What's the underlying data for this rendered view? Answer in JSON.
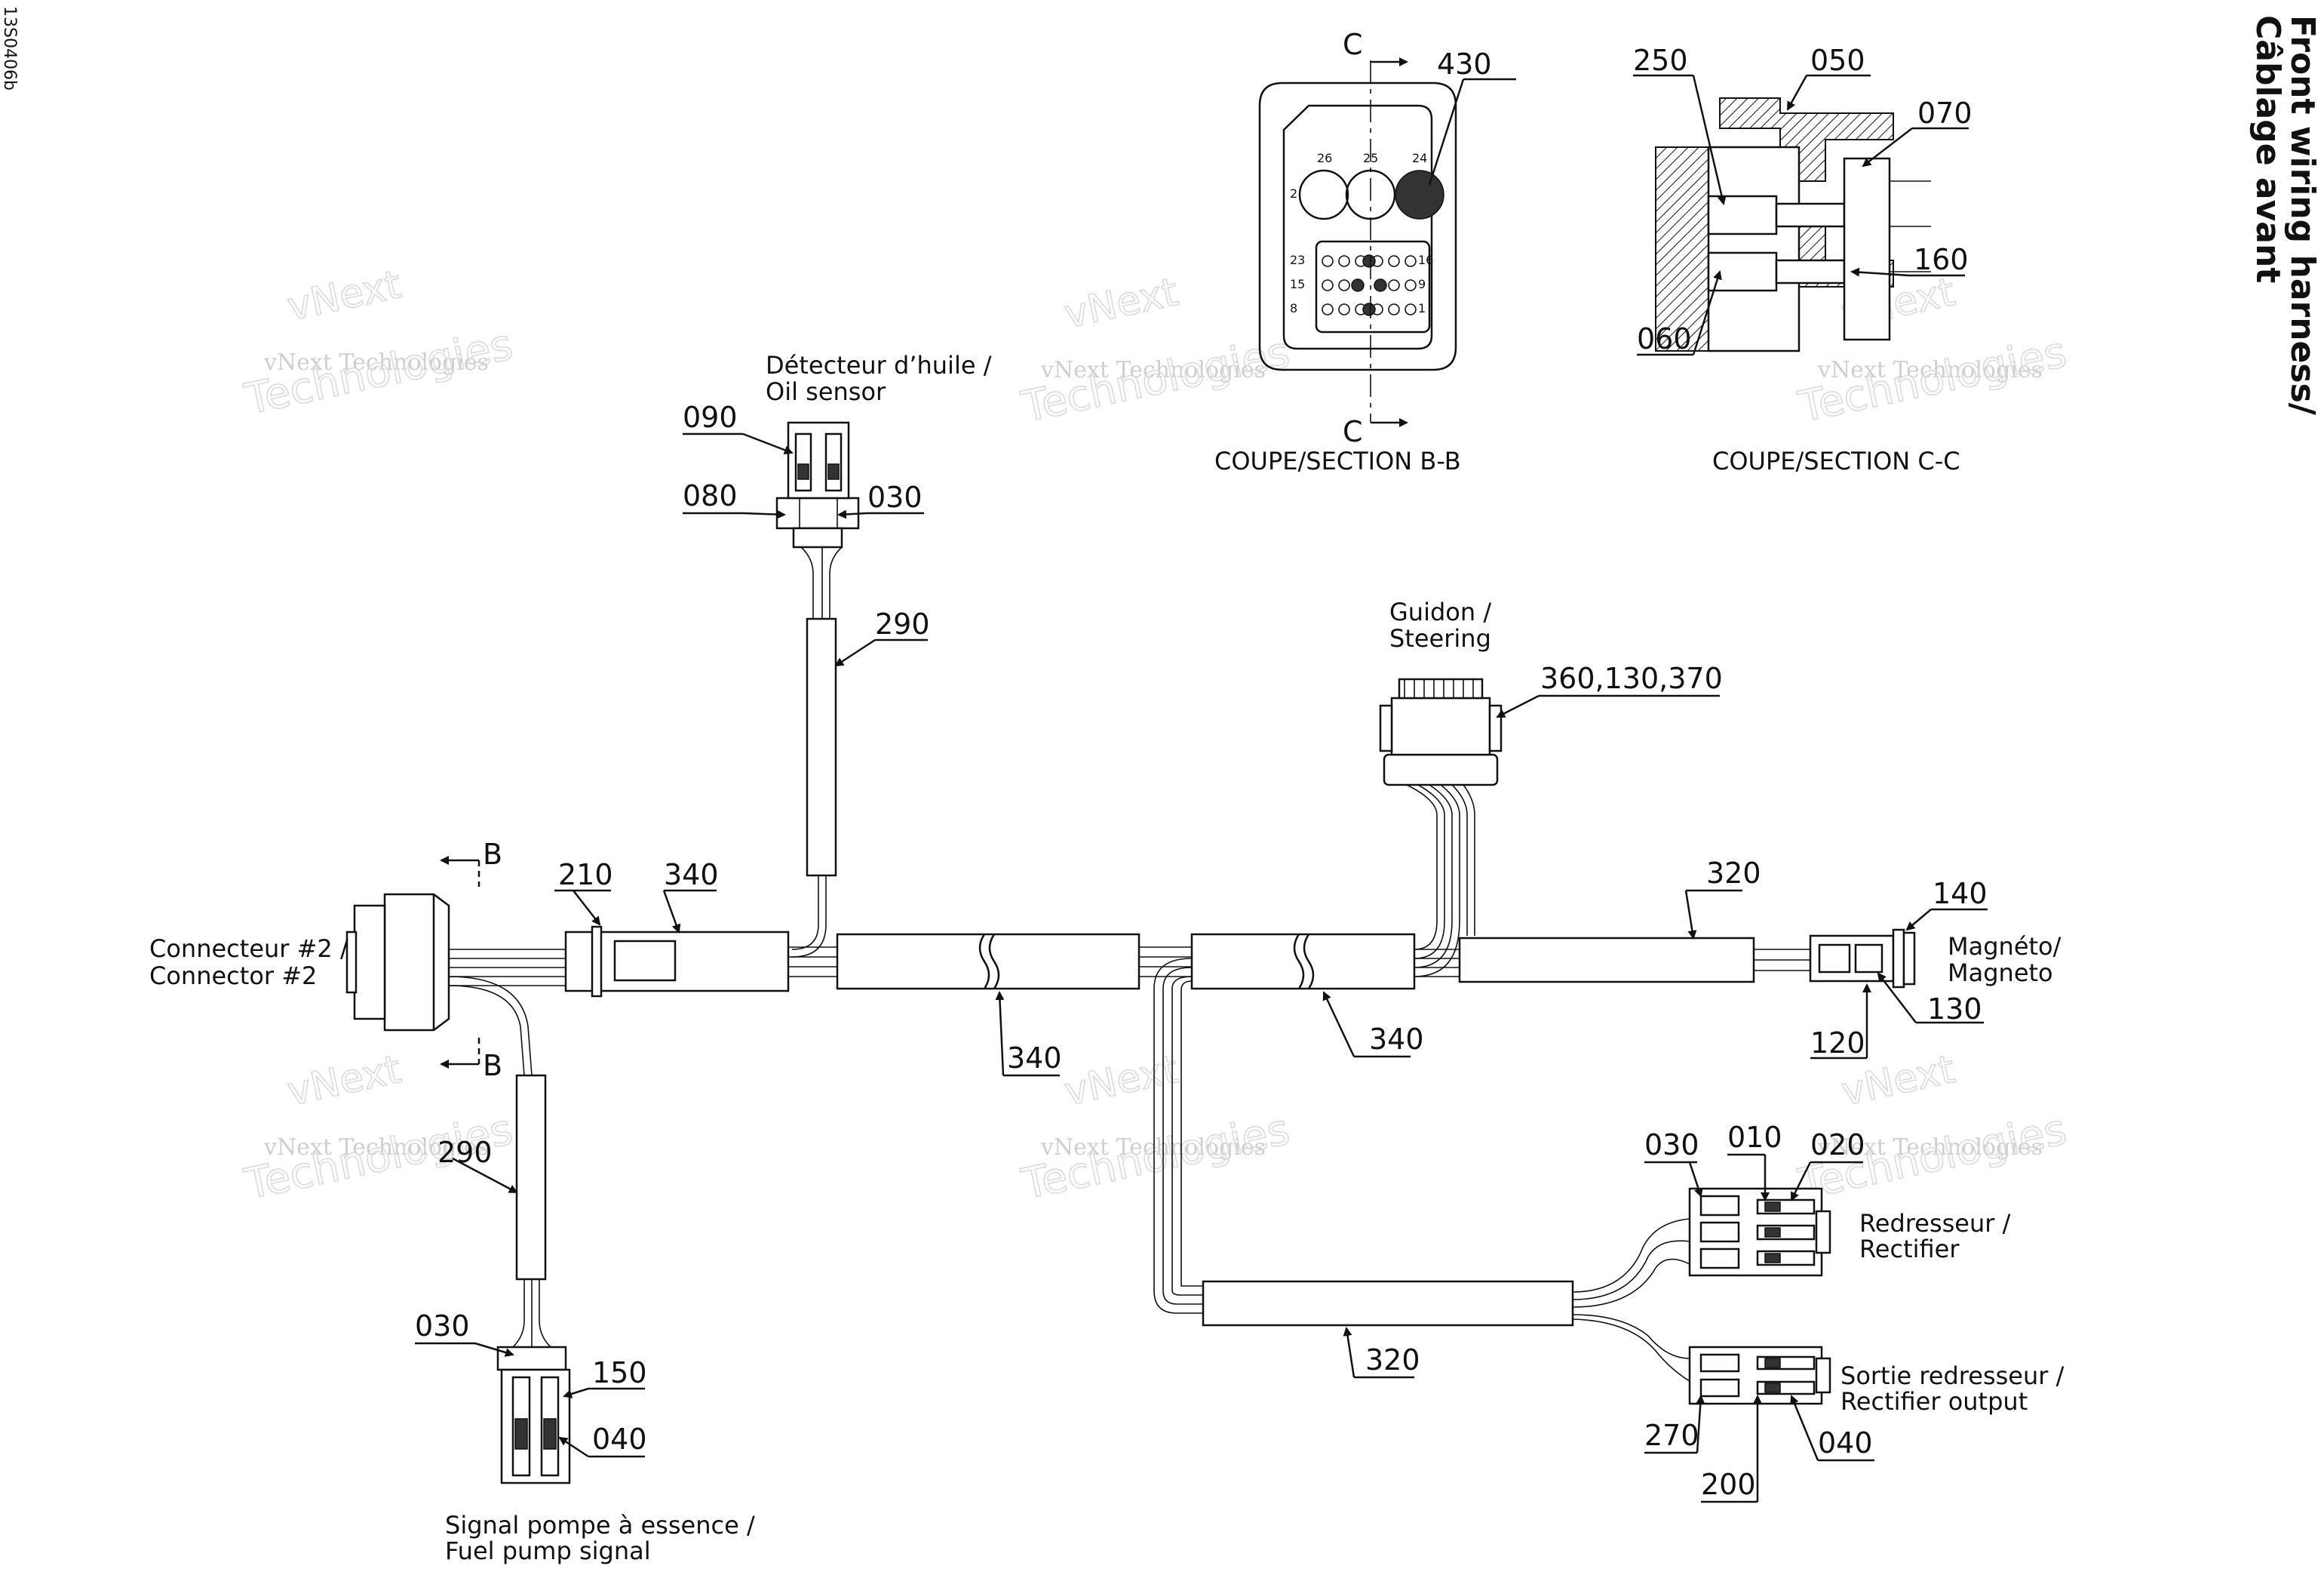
{
  "doc_code": "13S0406b",
  "title_line1": "Front wiring harness/",
  "title_line2": "Câblage avant",
  "watermark_line1": "vNext Technologies",
  "watermark_line2": "vNext",
  "watermark_line3": "Technologies",
  "section_bb": {
    "caption": "COUPE/SECTION B-B",
    "cut_label": "C",
    "part": "430",
    "pins": {
      "p26": "26",
      "p25": "25",
      "p24": "24",
      "p2": "2",
      "p23": "23",
      "p16": "16",
      "p15": "15",
      "p9": "9",
      "p8": "8",
      "p1": "1"
    }
  },
  "section_cc": {
    "caption": "COUPE/SECTION C-C",
    "parts": {
      "p250": "250",
      "p050": "050",
      "p070": "070",
      "p160": "160",
      "p060": "060"
    }
  },
  "labels": {
    "oil_sensor_line1": "Détecteur d’huile /",
    "oil_sensor_line2": "Oil sensor",
    "steering_line1": "Guidon /",
    "steering_line2": "Steering",
    "connector_line1": "Connecteur #2 /",
    "connector_line2": "Connector #2",
    "magneto_line1": "Magnéto/",
    "magneto_line2": "Magneto",
    "rectifier_line1": "Redresseur /",
    "rectifier_line2": "Rectifier",
    "rect_out_line1": "Sortie redresseur /",
    "rect_out_line2": "Rectifier output",
    "fuel_line1": "Signal pompe à essence /",
    "fuel_line2": "Fuel pump signal",
    "section_b": "B"
  },
  "parts": {
    "oil_090": "090",
    "oil_080": "080",
    "oil_030": "030",
    "oil_290": "290",
    "steer_group": "360,130,370",
    "p210": "210",
    "p340_top": "340",
    "p340_mid": "340",
    "p340_right": "340",
    "p320_top": "320",
    "p140": "140",
    "p130": "130",
    "p120": "120",
    "rect_010": "010",
    "rect_030": "030",
    "rect_020": "020",
    "p320_bottom": "320",
    "out_270": "270",
    "out_200": "200",
    "out_040": "040",
    "fuel_290": "290",
    "fuel_030": "030",
    "fuel_150": "150",
    "fuel_040": "040"
  }
}
